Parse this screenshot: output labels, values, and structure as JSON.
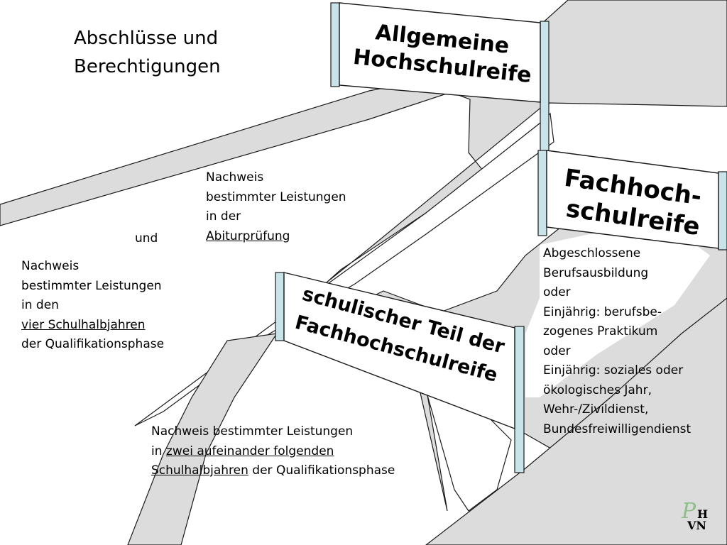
{
  "title": {
    "line1": "Abschlüsse und",
    "line2": "Berechtigungen"
  },
  "signs": {
    "allgemeine": {
      "line1": "Allgemeine",
      "line2": "Hochschulreife"
    },
    "fachhoch": {
      "line1": "Fachhoch-",
      "line2": "schulreife"
    },
    "schulisch": {
      "line1": "schulischer Teil der",
      "line2": "Fachhochschulreife"
    }
  },
  "labels": {
    "und": "und",
    "abitur": {
      "line1": "Nachweis",
      "line2": "bestimmter Leistungen",
      "line3": "in der",
      "line4": "Abiturprüfung"
    },
    "vier": {
      "line1": "Nachweis",
      "line2": "bestimmter Leistungen",
      "line3": "in den",
      "line4": "vier Schulhalbjahren",
      "line5": "der Qualifikationsphase"
    },
    "zwei": {
      "line1": "Nachweis bestimmter Leistungen",
      "line2_prefix": "in ",
      "line2_underlined": "zwei aufeinander folgenden",
      "line3_underlined": "Schulhalbjahren",
      "line3_suffix": " der Qualifikationsphase"
    },
    "beruf": {
      "line1": "Abgeschlossene",
      "line2": "Berufsausbildung",
      "line3": "oder",
      "line4": "Einjährig: berufsbe-",
      "line5": "zogenes Praktikum",
      "line6": "oder",
      "line7": "Einjährig: soziales oder",
      "line8": "ökologisches Jahr,",
      "line9": "Wehr-/Zivildienst,",
      "line10": "Bundesfreiwilligendienst"
    }
  },
  "logo": {
    "script": "P",
    "top": "H",
    "bottom": "VN"
  },
  "colors": {
    "road": "#dcdcdc",
    "road_stroke": "#1a1a1a",
    "pole": "#c8e4e8",
    "logo_green": "#8fbf88"
  }
}
